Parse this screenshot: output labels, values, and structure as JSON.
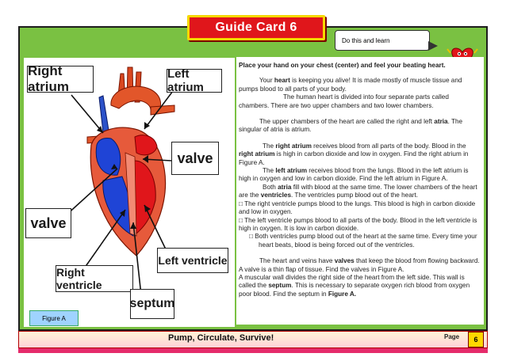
{
  "header": {
    "title": "Guide Card 6",
    "speech_text": "Do this and learn"
  },
  "figure": {
    "labels": {
      "right_atrium": "Right atrium",
      "left_atrium": "Left atrium",
      "valve_right": "valve",
      "valve_left": "valve",
      "left_ventricle": "Left ventricle",
      "right_ventricle": "Right ventricle",
      "septum": "septum"
    },
    "caption": "Figure A"
  },
  "text": {
    "p1": "Place your hand on your chest (center) and feel your beating heart.",
    "p2a": "Your ",
    "p2b": "heart",
    "p2c": " is keeping you alive! It is made mostly of muscle tissue and pumps blood to all parts of your body.",
    "p3": "The human heart is divided into four separate parts called chambers. There are two upper chambers and two lower chambers.",
    "p4a": "The upper chambers of the heart are called the right and left ",
    "p4b": "atria",
    "p4c": ". The singular of atria is atrium.",
    "p5a": "The ",
    "p5b": "right atrium",
    "p5c": " receives blood from all parts of the body. Blood in the ",
    "p5d": "right atrium",
    "p5e": " is high in carbon dioxide and low in oxygen. Find the right atrium in Figure A.",
    "p6a": "The ",
    "p6b": "left atrium",
    "p6c": " receives blood from the lungs. Blood in the left atrium is high in oxygen and low in carbon dioxide. Find the left atrium in Figure A.",
    "p7a": "Both ",
    "p7b": "atria",
    "p7c": " fill with blood at the same time. The lower chambers of the heart are the ",
    "p7d": "ventricles",
    "p7e": ". The ventricles pump blood out of the heart.",
    "p8": "The right ventricle pumps blood to the lungs. This blood is high in carbon dioxide and low in oxygen.",
    "p9": "The left ventricle pumps blood to all parts of the body. Blood in the left ventricle is high in oxygen. It is low in carbon dioxide.",
    "p10": "Both ventricles pump blood out of the heart at the same time. Every time your heart beats, blood is being forced out of the ventricles.",
    "p11a": "The heart and veins have ",
    "p11b": "valves",
    "p11c": " that keep the blood from flowing backward. A valve is a thin flap of tissue. Find the valves in Figure A.",
    "p12a": "A muscular wall divides the right side of the heart from the left side. This wall is called the ",
    "p12b": "septum",
    "p12c": ". This is necessary to separate oxygen rich blood from oxygen poor blood. Find the septum in ",
    "p12d": "Figure A."
  },
  "footer": {
    "title": "Pump, Circulate, Survive!",
    "page_label": "Page",
    "page_number": "6"
  }
}
